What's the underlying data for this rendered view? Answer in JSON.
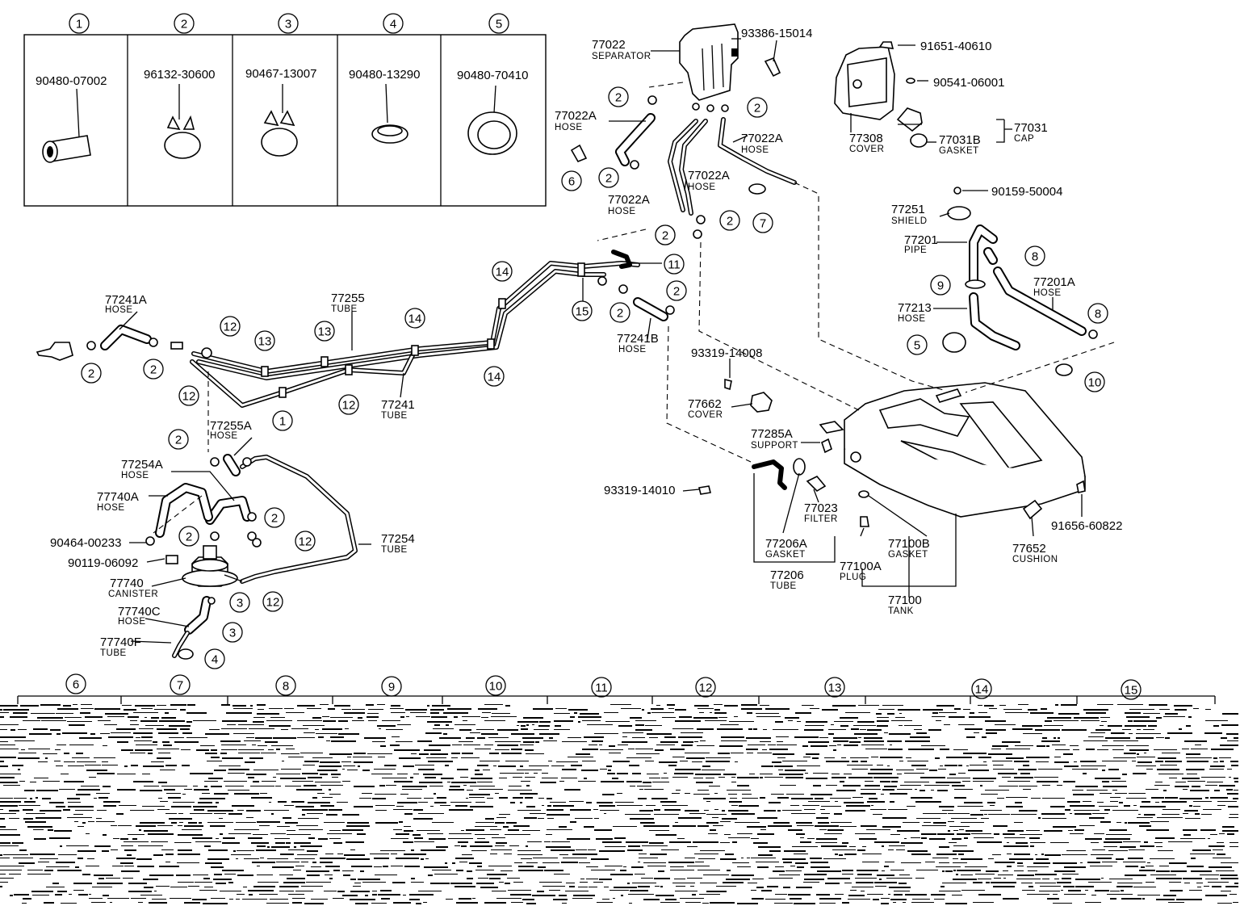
{
  "kit_table": {
    "columns": [
      {
        "no": "1",
        "part": "90480-07002"
      },
      {
        "no": "2",
        "part": "96132-30600"
      },
      {
        "no": "3",
        "part": "90467-13007"
      },
      {
        "no": "4",
        "part": "90480-13290"
      },
      {
        "no": "5",
        "part": "90480-70410"
      }
    ]
  },
  "bottom_table": {
    "columns": [
      "6",
      "7",
      "8",
      "9",
      "10",
      "11",
      "12",
      "13",
      "14",
      "15"
    ]
  },
  "labels": {
    "p77022": "77022",
    "n_separator": "SEPARATOR",
    "p93386": "93386-15014",
    "p91651": "91651-40610",
    "p90541": "90541-06001",
    "p77308": "77308",
    "n_cover1": "COVER",
    "p77031": "77031",
    "n_cap": "CAP",
    "p77031b": "77031B",
    "n_gasket1": "GASKET",
    "p77022a_1": "77022A",
    "n_hose1": "HOSE",
    "p77022a_2": "77022A",
    "n_hose2": "HOSE",
    "p77022a_3": "77022A",
    "n_hose3": "HOSE",
    "p77022a_4": "77022A",
    "n_hose4": "HOSE",
    "p90159": "90159-50004",
    "p77251": "77251",
    "n_shield": "SHIELD",
    "p77201": "77201",
    "n_pipe": "PIPE",
    "p77201a": "77201A",
    "n_hose5": "HOSE",
    "p77213": "77213",
    "n_hose6": "HOSE",
    "p77241a": "77241A",
    "n_hose7": "HOSE",
    "p77255": "77255",
    "n_tube1": "TUBE",
    "p77241": "77241",
    "n_tube2": "TUBE",
    "p77241b": "77241B",
    "n_hose8": "HOSE",
    "p93319_14008": "93319-14008",
    "p77662": "77662",
    "n_cover2": "COVER",
    "p77285a": "77285A",
    "n_support": "SUPPORT",
    "p93319_14010": "93319-14010",
    "p77023": "77023",
    "n_filter": "FILTER",
    "p77206a": "77206A",
    "n_gasket2": "GASKET",
    "p77206": "77206",
    "n_tube3": "TUBE",
    "p77100b": "77100B",
    "n_gasket3": "GASKET",
    "p77100a": "77100A",
    "n_plug": "PLUG",
    "p77100": "77100",
    "n_tank": "TANK",
    "p77652": "77652",
    "n_cushion": "CUSHION",
    "p91656": "91656-60822",
    "p77255a": "77255A",
    "n_hose9": "HOSE",
    "p77254a": "77254A",
    "n_hose10": "HOSE",
    "p77740a": "77740A",
    "n_hose11": "HOSE",
    "p90464": "90464-00233",
    "p90119": "90119-06092",
    "p77740": "77740",
    "n_canister": "CANISTER",
    "p77740c": "77740C",
    "n_hose12": "HOSE",
    "p77740f": "77740F",
    "n_tube4": "TUBE",
    "p77254": "77254",
    "n_tube5": "TUBE"
  },
  "callouts": [
    {
      "id": "c1",
      "n": "2"
    },
    {
      "id": "c2",
      "n": "2"
    },
    {
      "id": "c3",
      "n": "6"
    },
    {
      "id": "c4",
      "n": "2"
    },
    {
      "id": "c5",
      "n": "2"
    },
    {
      "id": "c6",
      "n": "7"
    },
    {
      "id": "c7",
      "n": "2"
    },
    {
      "id": "c8",
      "n": "2"
    },
    {
      "id": "c9",
      "n": "11"
    },
    {
      "id": "c10",
      "n": "15"
    },
    {
      "id": "c11",
      "n": "2"
    },
    {
      "id": "c12",
      "n": "2"
    },
    {
      "id": "c13",
      "n": "14"
    },
    {
      "id": "c14",
      "n": "14"
    },
    {
      "id": "c15",
      "n": "14"
    },
    {
      "id": "c16",
      "n": "12"
    },
    {
      "id": "c17",
      "n": "13"
    },
    {
      "id": "c18",
      "n": "13"
    },
    {
      "id": "c19",
      "n": "2"
    },
    {
      "id": "c20",
      "n": "2"
    },
    {
      "id": "c21",
      "n": "12"
    },
    {
      "id": "c22",
      "n": "1"
    },
    {
      "id": "c23",
      "n": "12"
    },
    {
      "id": "c24",
      "n": "8"
    },
    {
      "id": "c25",
      "n": "9"
    },
    {
      "id": "c26",
      "n": "8"
    },
    {
      "id": "c27",
      "n": "5"
    },
    {
      "id": "c28",
      "n": "10"
    },
    {
      "id": "c29",
      "n": "2"
    },
    {
      "id": "c30",
      "n": "2"
    },
    {
      "id": "c31",
      "n": "2"
    },
    {
      "id": "c32",
      "n": "12"
    },
    {
      "id": "c33",
      "n": "12"
    },
    {
      "id": "c34",
      "n": "3"
    },
    {
      "id": "c35",
      "n": "3"
    },
    {
      "id": "c36",
      "n": "4"
    }
  ]
}
